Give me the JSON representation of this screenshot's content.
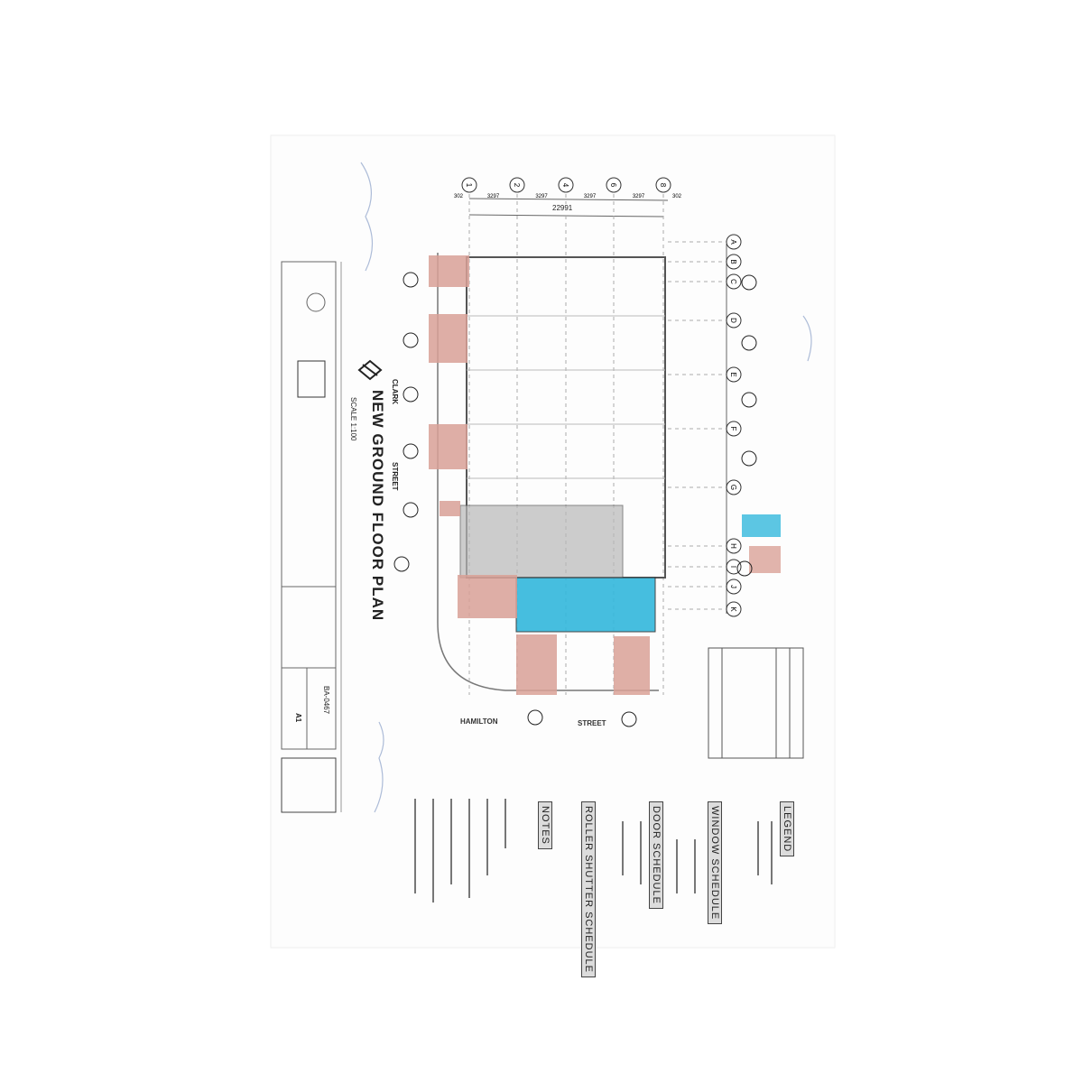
{
  "drawing": {
    "title": "NEW GROUND FLOOR PLAN",
    "scale": "SCALE 1:100",
    "streets": {
      "clark": "CLARK",
      "clark_suffix": "STREET",
      "hamilton": "HAMILTON",
      "hamilton_suffix": "STREET"
    },
    "grid_columns": [
      "1",
      "2",
      "4",
      "6",
      "8"
    ],
    "grid_rows": [
      "A",
      "B",
      "C",
      "D",
      "E",
      "F",
      "G",
      "H",
      "I",
      "J",
      "K"
    ],
    "column_spacings": [
      "3297",
      "3297",
      "3297",
      "3297"
    ],
    "overall_dimension": "22991",
    "edge_dimensions": [
      "302",
      "302"
    ]
  },
  "title_block": {
    "drawing_number": "BA-0467",
    "sheet": "A1"
  },
  "panels": {
    "legend": "LEGEND",
    "window_schedule": "WINDOW SCHEDULE",
    "door_schedule": "DOOR SCHEDULE",
    "roller_shutter_schedule": "ROLLER SHUTTER SCHEDULE",
    "notes": "NOTES"
  },
  "colors": {
    "pink": "#d9a197",
    "blue": "#33b8dc",
    "gray": "#b8b8b8",
    "line": "#555555"
  }
}
